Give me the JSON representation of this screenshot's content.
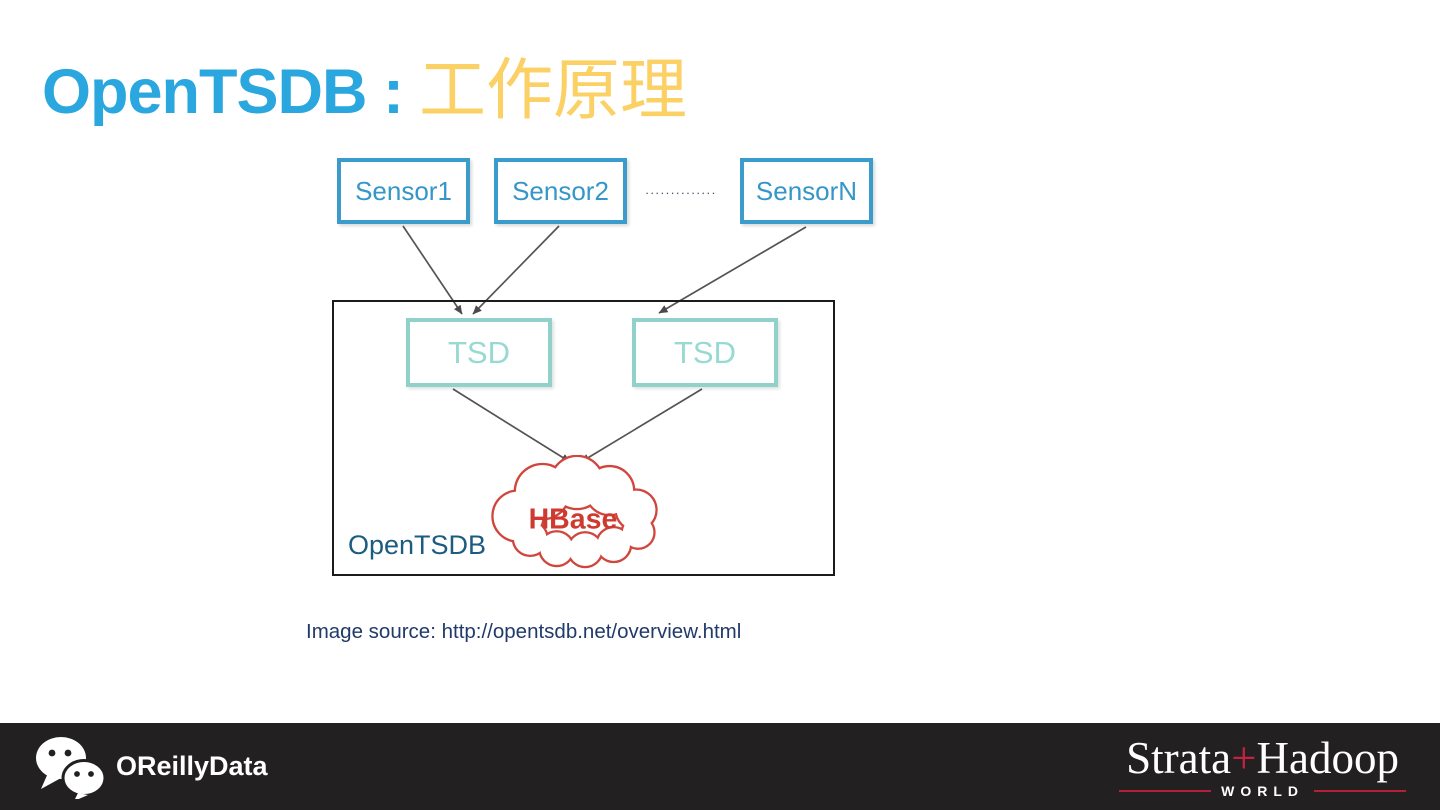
{
  "slide": {
    "title_main": "OpenTSDB :",
    "title_highlight": "工作原理",
    "caption": "Image source: http://opentsdb.net/overview.html"
  },
  "diagram": {
    "sensors": [
      {
        "label": "Sensor1"
      },
      {
        "label": "Sensor2"
      },
      {
        "label": "SensorN"
      }
    ],
    "ellipsis": "∙∙∙∙∙∙∙∙∙∙∙∙∙∙",
    "tsd_nodes": [
      {
        "label": "TSD"
      },
      {
        "label": "TSD"
      }
    ],
    "container_label": "OpenTSDB",
    "database_label": "HBase",
    "edges": [
      {
        "from": "Sensor1",
        "to": "TSD-left"
      },
      {
        "from": "Sensor2",
        "to": "TSD-left"
      },
      {
        "from": "SensorN",
        "to": "TSD-right"
      },
      {
        "from": "TSD-left",
        "to": "HBase"
      },
      {
        "from": "TSD-right",
        "to": "HBase"
      }
    ]
  },
  "footer": {
    "brand": "OReillyData",
    "logo": {
      "strata": "Strata",
      "plus": "+",
      "hadoop": "Hadoop",
      "world": "WORLD"
    }
  },
  "colors": {
    "title_blue": "#2BA7DF",
    "title_yellow": "#FBD166",
    "sensor_blue": "#3B9CCB",
    "tsd_teal": "#90D2CA",
    "hbase_red": "#D0453C",
    "label_dark_blue": "#1C5C80",
    "caption_navy": "#203A69",
    "arrow_gray": "#545454",
    "footer_bg": "#232022",
    "logo_red": "#C32240"
  }
}
